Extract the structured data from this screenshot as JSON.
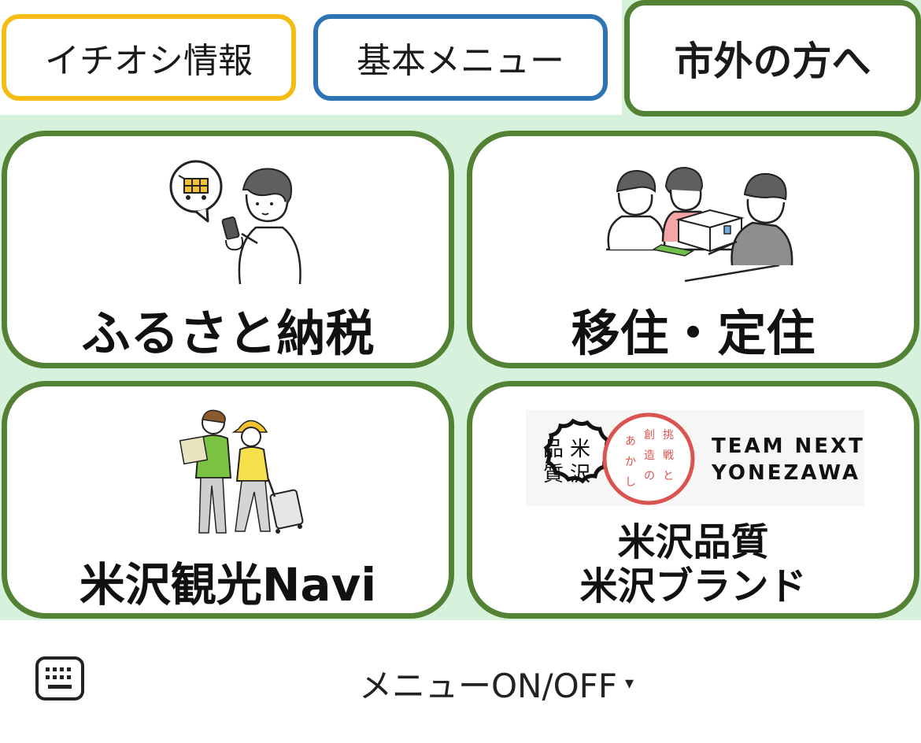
{
  "tabs": [
    {
      "label": "イチオシ情報",
      "border_color": "#f5bd14"
    },
    {
      "label": "基本メニュー",
      "border_color": "#2e74b5"
    },
    {
      "label": "市外の方へ",
      "border_color": "#548235",
      "selected": true
    }
  ],
  "cards": [
    {
      "label": "ふるさと納税",
      "icon": "shopping-cart-icon"
    },
    {
      "label": "移住・定住"
    },
    {
      "label": "米沢観光Navi"
    },
    {
      "label_lines": [
        "米沢品質",
        "米沢ブランド"
      ],
      "logo": {
        "left_seal": [
          "品",
          "米",
          "質",
          "沢"
        ],
        "circle_text": [
          "挑",
          "創",
          "あ",
          "戦",
          "造",
          "か",
          "と",
          "の",
          "し"
        ],
        "wordmark_lines": [
          "TEAM NEXT",
          "YONEZAWA"
        ]
      }
    }
  ],
  "bottom": {
    "toggle_label": "メニューON/OFF",
    "caret": "▾",
    "keyboard_icon": "keyboard-icon"
  },
  "colors": {
    "panel_bg": "#d6f2dc",
    "card_border": "#548235",
    "logo_red": "#d9534f"
  }
}
